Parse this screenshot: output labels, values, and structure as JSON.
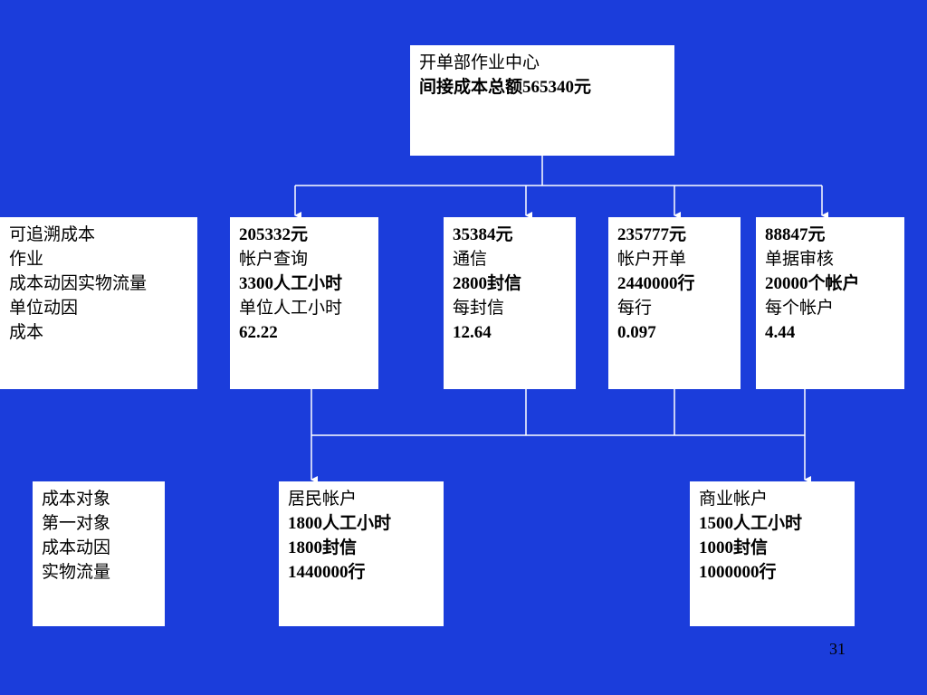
{
  "colors": {
    "background": "#1b3ddb",
    "box": "#ffffff",
    "connector": "#ffffff",
    "text": "#000000"
  },
  "top": {
    "lines": [
      "开单部作业中心",
      "间接成本总额565340元"
    ]
  },
  "legend_upper": {
    "lines": [
      "可追溯成本",
      "作业",
      "成本动因实物流量",
      "单位动因",
      "成本"
    ]
  },
  "activities": [
    {
      "lines": [
        "205332元",
        "帐户查询",
        "3300人工小时",
        "单位人工小时",
        "62.22"
      ]
    },
    {
      "lines": [
        "35384元",
        "通信",
        "2800封信",
        "每封信",
        "12.64"
      ]
    },
    {
      "lines": [
        "235777元",
        "帐户开单",
        "2440000行",
        "每行",
        "0.097"
      ]
    },
    {
      "lines": [
        "88847元",
        "单据审核",
        "20000个帐户",
        "每个帐户",
        "4.44"
      ]
    }
  ],
  "legend_lower": {
    "lines": [
      "成本对象",
      "第一对象",
      "成本动因",
      "实物流量"
    ]
  },
  "objects": [
    {
      "lines": [
        "居民帐户",
        "1800人工小时",
        "1800封信",
        "1440000行"
      ]
    },
    {
      "lines": [
        "商业帐户",
        "1500人工小时",
        "1000封信",
        "1000000行"
      ]
    }
  ],
  "page_number": "31"
}
